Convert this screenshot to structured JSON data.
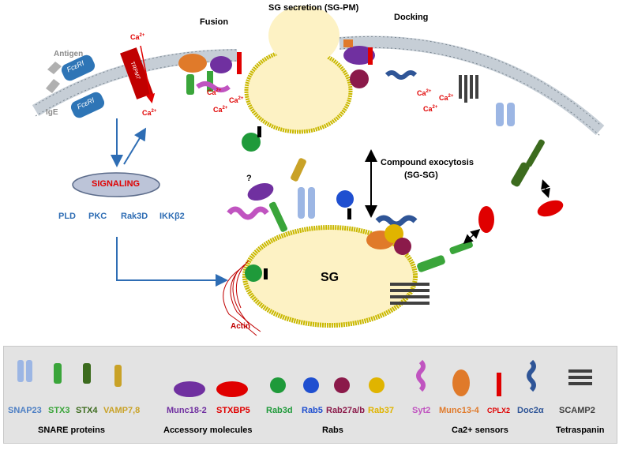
{
  "titles": {
    "sg_secretion": "SG secretion (SG-PM)",
    "fusion": "Fusion",
    "docking": "Docking",
    "compound_line1": "Compound exocytosis",
    "compound_line2": "(SG-SG)",
    "sg": "SG",
    "actin": "Actin"
  },
  "receptor": {
    "antigen": "Antigen",
    "ige": "IgE",
    "fceri": "FcεRI",
    "trpm": "TRPM7"
  },
  "calcium": {
    "ca_label": "Ca",
    "ca_sup": "2+"
  },
  "signaling": {
    "title": "SIGNALING",
    "items": [
      "PLD",
      "PKC",
      "Rak3D",
      "IKKβ2"
    ],
    "question": "?"
  },
  "legend": {
    "items": [
      {
        "label": "SNAP23",
        "color": "#4d7fc4"
      },
      {
        "label": "STX3",
        "color": "#3aa53a"
      },
      {
        "label": "STX4",
        "color": "#3c6b1e"
      },
      {
        "label": "VAMP7,8",
        "color": "#c9a227"
      },
      {
        "label": "Munc18-2",
        "color": "#7030a0"
      },
      {
        "label": "STXBP5",
        "color": "#e00000"
      },
      {
        "label": "Rab3d",
        "color": "#1f9a3a"
      },
      {
        "label": "Rab5",
        "color": "#1f4fd0"
      },
      {
        "label": "Rab27a/b",
        "color": "#8b1a4a"
      },
      {
        "label": "Rab37",
        "color": "#e0b400"
      },
      {
        "label": "Syt2",
        "color": "#c054c0"
      },
      {
        "label": "Munc13-4",
        "color": "#e07a2a"
      },
      {
        "label": "CPLX2",
        "color": "#e00000"
      },
      {
        "label": "Doc2α",
        "color": "#2f5597"
      },
      {
        "label": "SCAMP2",
        "color": "#404040"
      }
    ],
    "groups": [
      "SNARE proteins",
      "Accessory molecules",
      "Rabs",
      "Ca2+ sensors",
      "Tetraspanin"
    ]
  }
}
